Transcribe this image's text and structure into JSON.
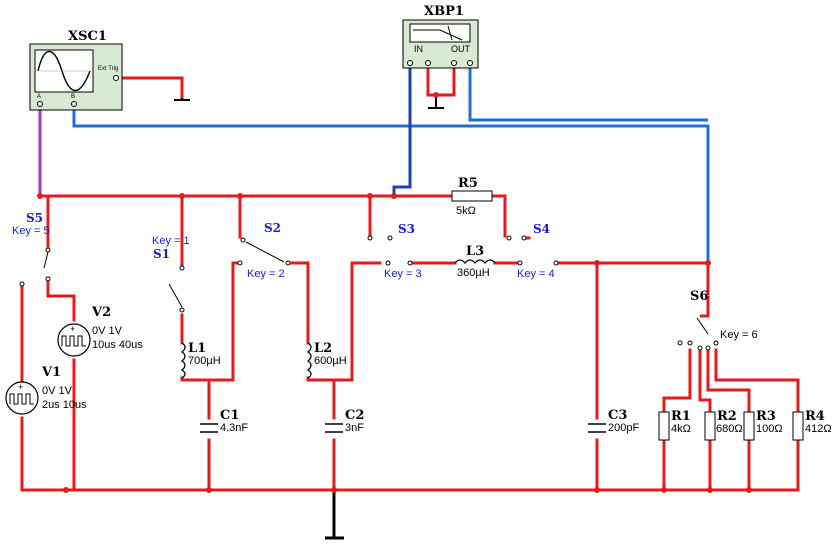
{
  "instruments": {
    "oscilloscope": {
      "ref": "XSC1",
      "ext_trig": "Ext Trig",
      "ch_a": "A",
      "ch_b": "B"
    },
    "bode_plotter": {
      "ref": "XBP1",
      "in": "IN",
      "out": "OUT"
    }
  },
  "sources": {
    "V1": {
      "ref": "V1",
      "line1": "0V 1V",
      "line2": "2us 10us"
    },
    "V2": {
      "ref": "V2",
      "line1": "0V 1V",
      "line2": "10us 40us"
    }
  },
  "switches": {
    "S1": {
      "ref": "S1",
      "key": "Key = 1"
    },
    "S2": {
      "ref": "S2",
      "key": "Key = 2"
    },
    "S3": {
      "ref": "S3",
      "key": "Key = 3"
    },
    "S4": {
      "ref": "S4",
      "key": "Key = 4"
    },
    "S5": {
      "ref": "S5",
      "key": "Key = 5"
    },
    "S6": {
      "ref": "S6",
      "key": "Key = 6"
    }
  },
  "components": {
    "R5": {
      "ref": "R5",
      "value": "5kΩ"
    },
    "L1": {
      "ref": "L1",
      "value": "700µH"
    },
    "L2": {
      "ref": "L2",
      "value": "600µH"
    },
    "L3": {
      "ref": "L3",
      "value": "360µH"
    },
    "C1": {
      "ref": "C1",
      "value": "4.3nF"
    },
    "C2": {
      "ref": "C2",
      "value": "3nF"
    },
    "C3": {
      "ref": "C3",
      "value": "200pF"
    },
    "R1": {
      "ref": "R1",
      "value": "4kΩ"
    },
    "R2": {
      "ref": "R2",
      "value": "680Ω"
    },
    "R3": {
      "ref": "R3",
      "value": "100Ω"
    },
    "R4": {
      "ref": "R4",
      "value": "412Ω"
    }
  },
  "colors": {
    "wire": "#e41b1b",
    "wire_blue": "#1f6fd6",
    "wire_navy": "#1d3fb8",
    "wire_purple": "#a23bb0",
    "ground": "#000000",
    "label_blue": "#1a1adc",
    "instrument_fill": "#d9ead3"
  }
}
